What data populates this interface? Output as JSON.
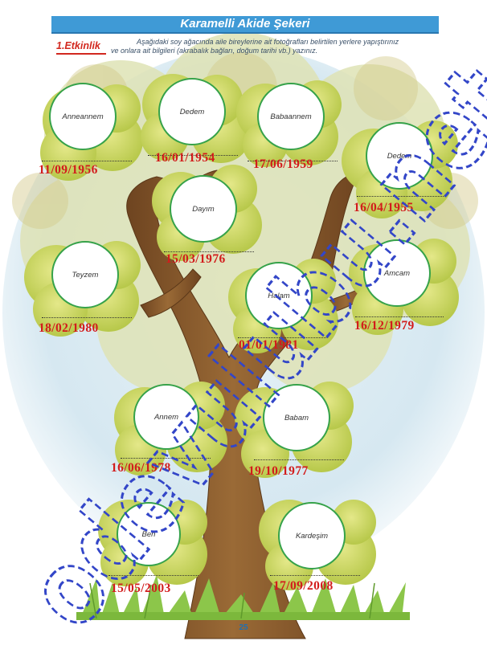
{
  "header": {
    "title": "Karamelli Akide Şekeri",
    "activity_label": "1.Etkinlik",
    "instruction_line1": "Aşağıdaki soy ağacında aile bireylerine ait fotoğrafları belirtilen yerlere yapıştırınız",
    "instruction_line2": "ve onlara ait bilgileri (akrabalık bağları, doğum tarihi vb.) yazınız."
  },
  "members": [
    {
      "label": "Anneannem",
      "date": "11/09/1956"
    },
    {
      "label": "Dedem",
      "date": "16/01/1954"
    },
    {
      "label": "Babaannem",
      "date": "17/06/1959"
    },
    {
      "label": "Dedem",
      "date": "16/04/1955"
    },
    {
      "label": "Dayım",
      "date": "15/03/1976"
    },
    {
      "label": "Teyzem",
      "date": "18/02/1980"
    },
    {
      "label": "Halam",
      "date": "01/01/1981"
    },
    {
      "label": "Amcam",
      "date": "16/12/1979"
    },
    {
      "label": "Annem",
      "date": "16/06/1978"
    },
    {
      "label": "Babam",
      "date": "19/10/1977"
    },
    {
      "label": "Ben",
      "date": "15/05/2003"
    },
    {
      "label": "Kardeşim",
      "date": "17/09/2008"
    }
  ],
  "watermark": {
    "text": "odevulubu.net",
    "color": "#3346c8"
  },
  "footer": {
    "page_number": "25"
  },
  "colors": {
    "title_bar": "#3f9ad6",
    "date_red": "#d21c1c",
    "circle_border": "#36a24a",
    "trunk": "#8a5a2b",
    "foliage": "#cfd85e"
  }
}
